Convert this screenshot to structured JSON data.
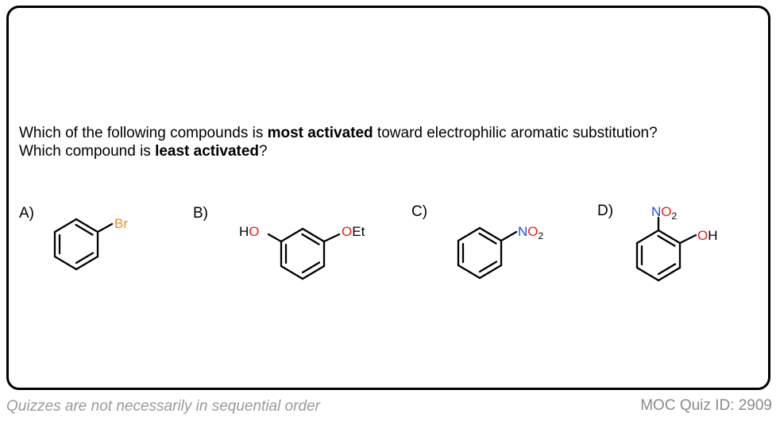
{
  "question": {
    "line1_before": "Which of the following compounds is ",
    "line1_bold": "most activated",
    "line1_after": " toward electrophilic aromatic substitution?",
    "line2_before": "Which compound is ",
    "line2_bold": "least activated",
    "line2_after": "?"
  },
  "options": [
    {
      "label": "A)",
      "substituents": [
        "Br"
      ]
    },
    {
      "label": "B)",
      "substituents": [
        "HO",
        "OEt"
      ]
    },
    {
      "label": "C)",
      "substituents": [
        "NO2"
      ]
    },
    {
      "label": "D)",
      "substituents": [
        "NO2",
        "OH"
      ]
    }
  ],
  "atoms": {
    "br": "Br",
    "h": "H",
    "o": "O",
    "et": "Et",
    "n": "N",
    "sub2": "2"
  },
  "colors": {
    "bromine": "#f08c1e",
    "oxygen": "#e8221a",
    "nitrogen": "#1d4ee6",
    "frame": "#000000"
  },
  "footer": {
    "left": "Quizzes are not necessarily in sequential order",
    "right": "MOC Quiz ID: 2909"
  }
}
